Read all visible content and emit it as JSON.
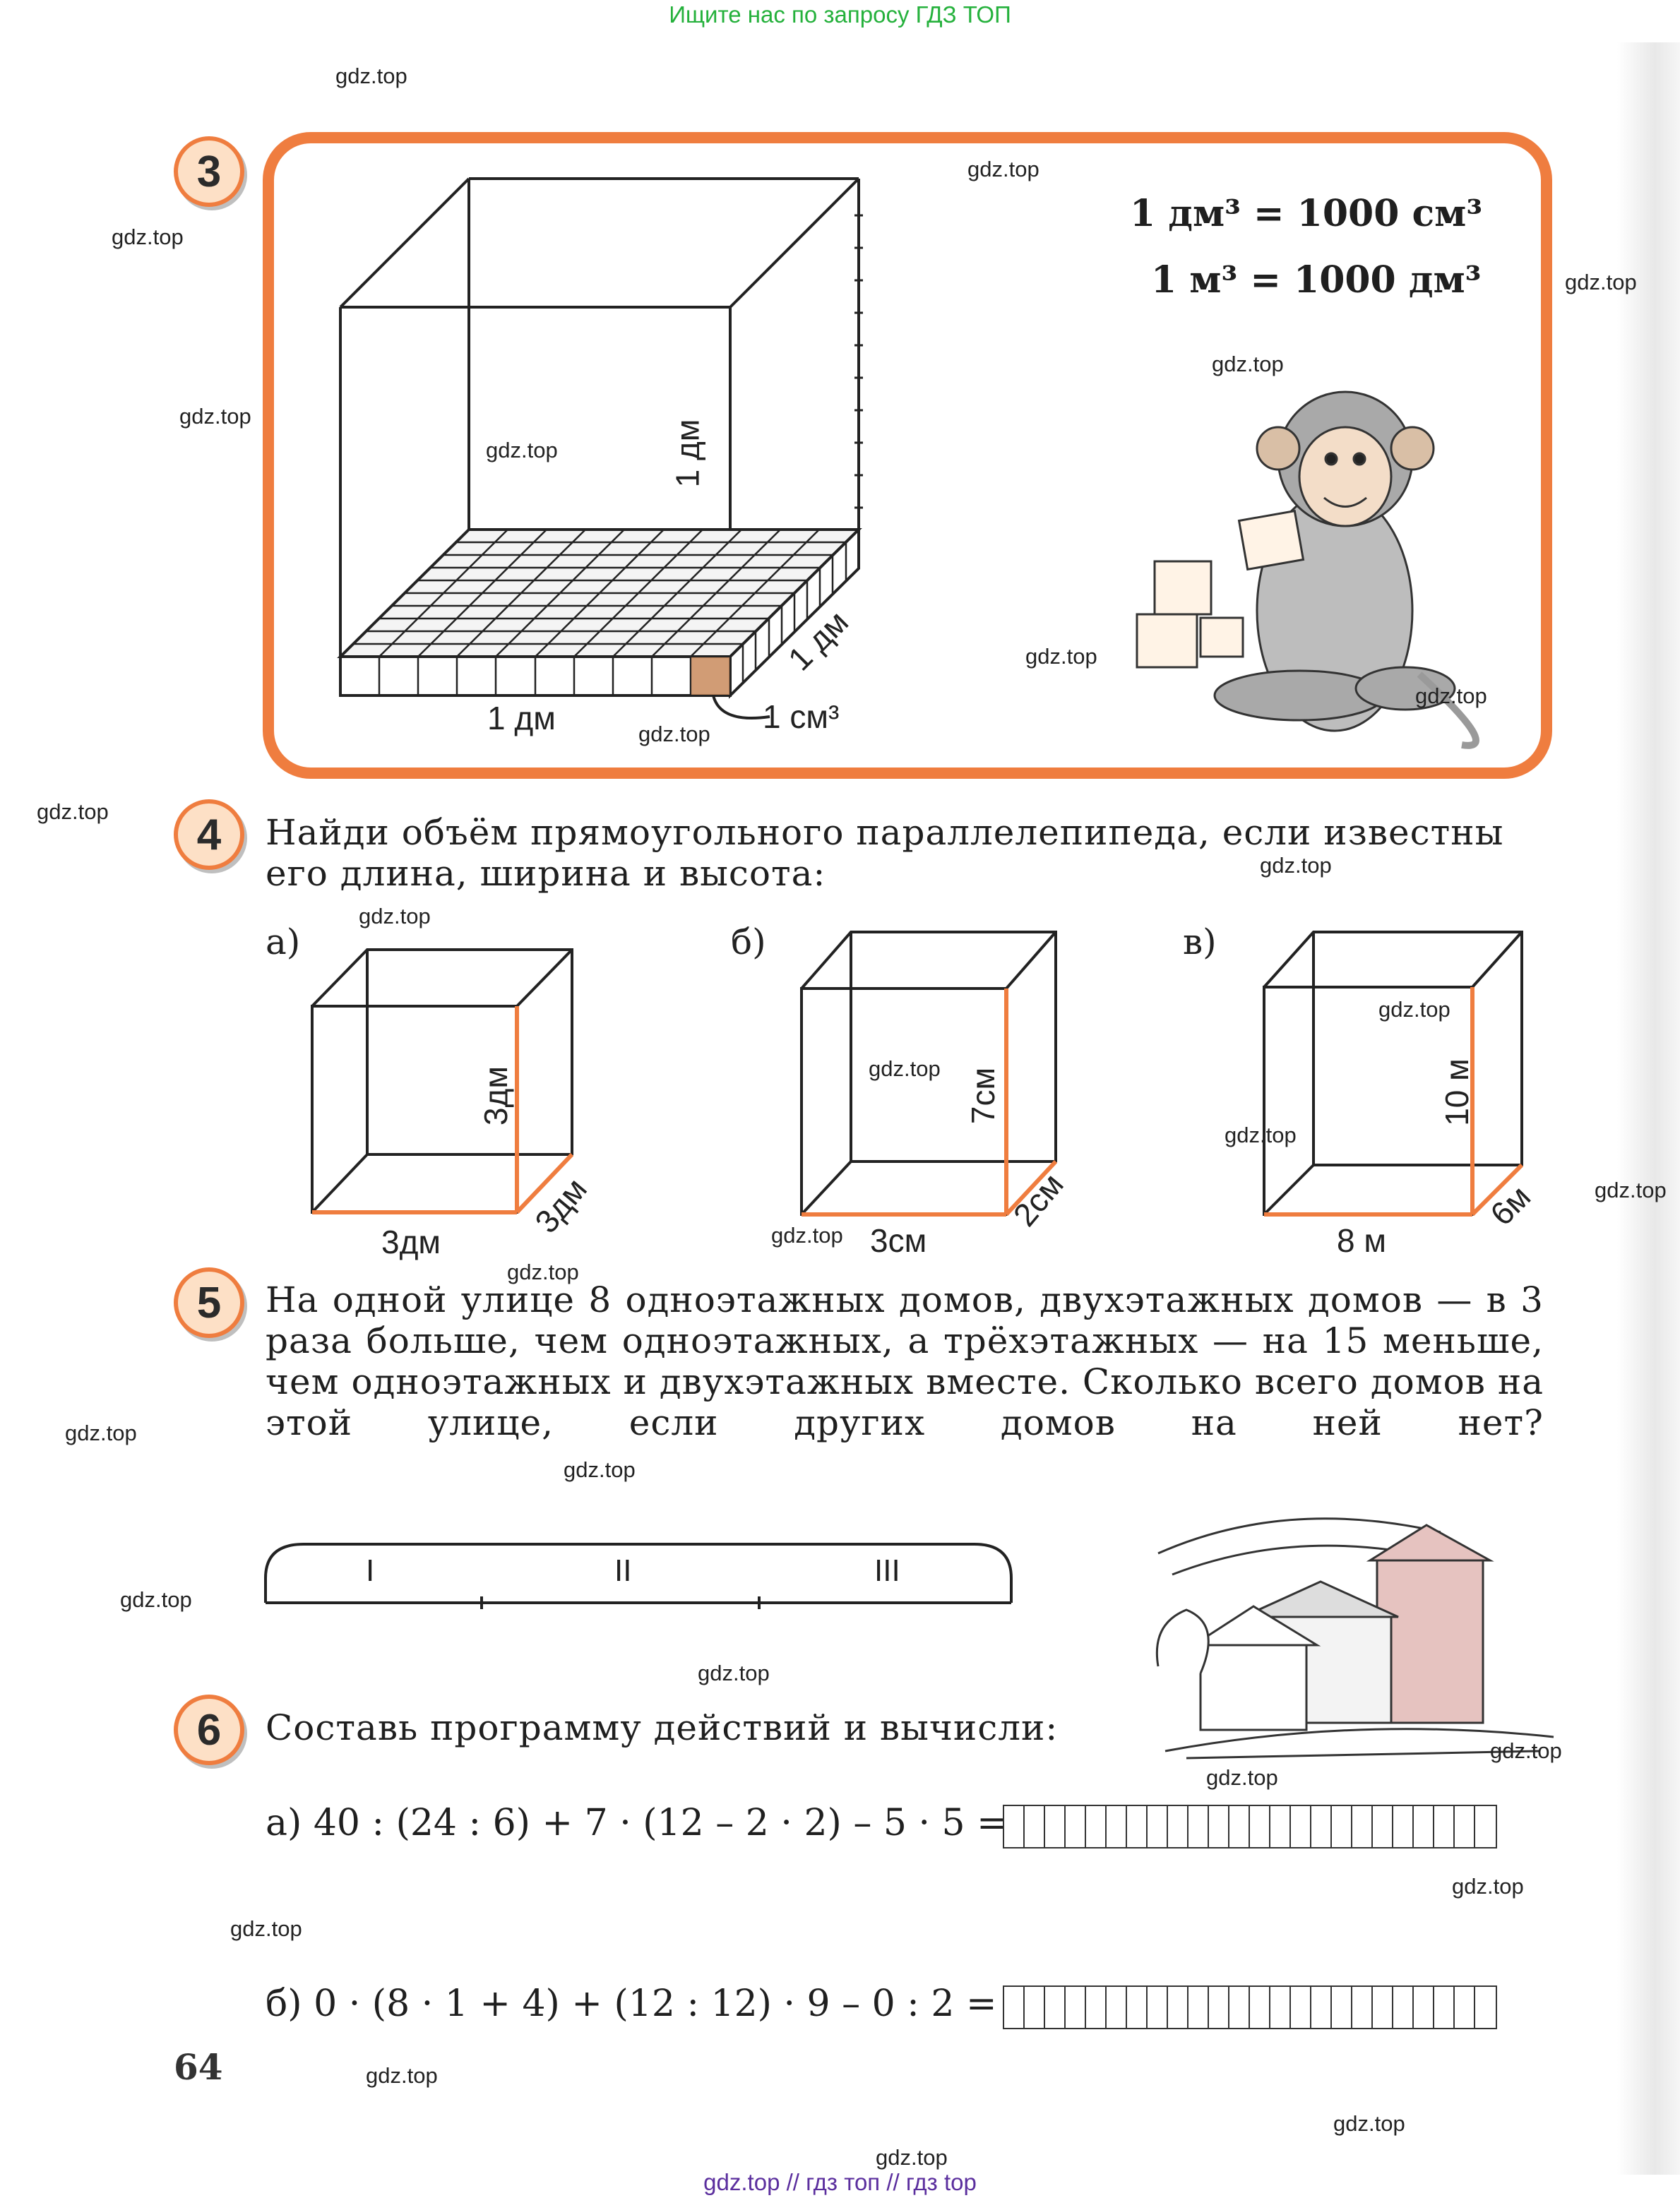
{
  "banner_top": "Ищите нас по запросу ГДЗ ТОП",
  "banner_bottom": "gdz.top  //  гдз топ  //  гдз top",
  "watermark": "gdz.top",
  "page_number": "64",
  "colors": {
    "accent_orange": "#ef7d3f",
    "banner_green": "#25b13c",
    "banner_purple": "#5b2f9e"
  },
  "task3": {
    "number": "3",
    "formula1": "1 дм³ = 1000 см³",
    "formula2": "1 м³ = 1000 дм³",
    "cube_height_label": "1 дм",
    "cube_width_label": "1 дм",
    "cube_depth_label": "1 дм",
    "small_cube_label": "1 см³"
  },
  "task4": {
    "number": "4",
    "text": "Найди объём прямоугольного параллелепипеда, если известны его длина, ширина и высота:",
    "boxes": [
      {
        "letter": "а)",
        "length": "3дм",
        "height": "3дм",
        "depth": "3дм"
      },
      {
        "letter": "б)",
        "length": "3см",
        "height": "7см",
        "depth": "2см"
      },
      {
        "letter": "в)",
        "length": "8 м",
        "height": "10 м",
        "depth": "6м"
      }
    ]
  },
  "task5": {
    "number": "5",
    "text": "На одной улице 8 одноэтажных домов, двухэтажных домов — в 3 раза больше, чем одноэтажных, а трёхэтажных — на 15 меньше, чем одноэтажных и двухэтажных вместе. Сколько всего домов на этой улице, если других домов на ней нет?",
    "segments": [
      "I",
      "II",
      "III"
    ]
  },
  "task6": {
    "number": "6",
    "text": "Составь программу действий и вычисли:",
    "expr_a": "а) 40 : (24 : 6) + 7 · (12 – 2 · 2) – 5 · 5 =",
    "expr_b": "б) 0 · (8 · 1 + 4) + (12 : 12) · 9 – 0 : 2 ="
  }
}
